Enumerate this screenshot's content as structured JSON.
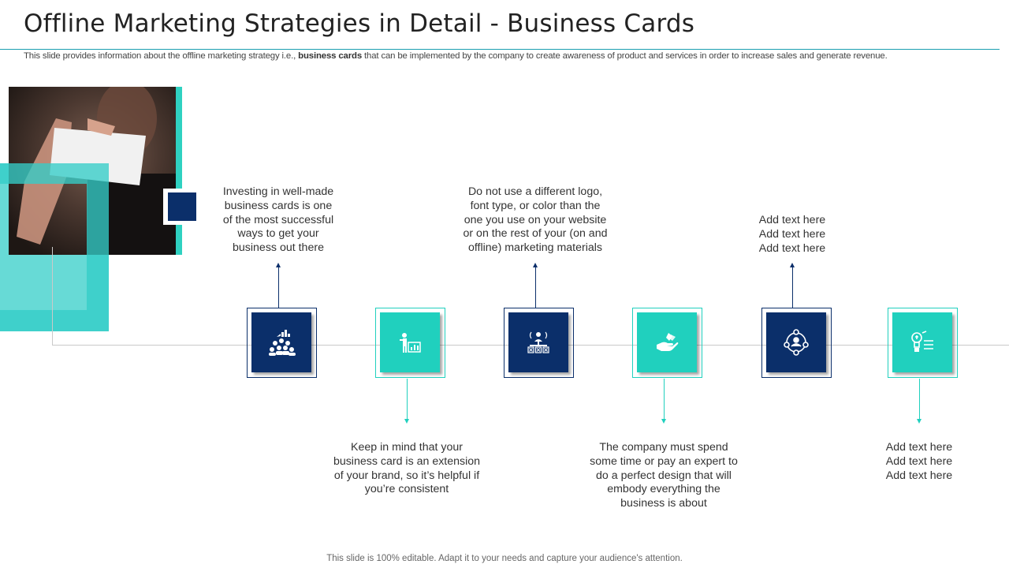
{
  "header": {
    "title": "Offline Marketing Strategies in Detail - Business Cards",
    "subtitle_pre": "This slide provides information about the offline marketing strategy i.e., ",
    "subtitle_bold": "business cards",
    "subtitle_post": " that can be implemented by the company to create awareness of product and services in order to increase sales and generate revenue."
  },
  "steps": [
    {
      "icon": "team-growth-icon",
      "text": "Investing in well-made\nbusiness cards is one\nof the most successful\nways to get your\nbusiness out there"
    },
    {
      "icon": "presenter-chart-icon",
      "text": "Keep in mind that your\nbusiness card is an extension\nof your brand, so it’s helpful if\nyou’re consistent"
    },
    {
      "icon": "broadcast-checklist-icon",
      "text": "Do not use a different logo,\nfont type, or color than the\none you use on your website\nor on the rest of your (on and\noffline) marketing materials"
    },
    {
      "icon": "hand-money-icon",
      "text": "The company must spend\nsome time or pay an expert to\ndo a perfect design that will\nembody everything the\nbusiness is about"
    },
    {
      "icon": "user-network-icon",
      "text": "Add text here\nAdd text here\nAdd text here"
    },
    {
      "icon": "idea-list-icon",
      "text": "Add text here\nAdd text here\nAdd text here"
    }
  ],
  "footer": "This slide is 100% editable. Adapt it to your needs and capture your audience's attention.",
  "colors": {
    "navy": "#0b2f6a",
    "teal": "#20d0be",
    "accent_rule": "#1a9fb0"
  }
}
